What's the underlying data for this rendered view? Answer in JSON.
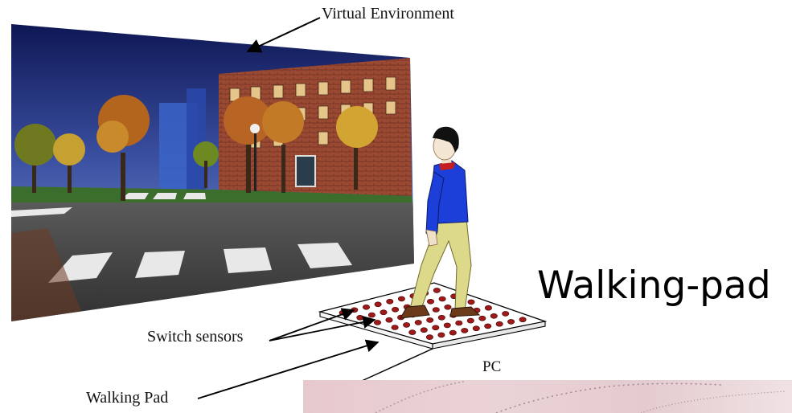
{
  "labels": {
    "virtual_environment": "Virtual Environment",
    "switch_sensors": "Switch sensors",
    "walking_pad": "Walking Pad",
    "pc": "PC",
    "title": "Walking-pad"
  },
  "colors": {
    "sky_top": "#0c1450",
    "sky_bottom": "#8aa2d8",
    "brick": "#9a4a32",
    "road": "#4a4a4a",
    "shirt": "#1b3fd8",
    "pants": "#dcd98a",
    "sensor_dot": "#a01818",
    "photo_bg": "#e8cdd1"
  },
  "icons": [
    "virtual-scene-panel",
    "walking-person-icon",
    "sensor-pad-icon"
  ]
}
